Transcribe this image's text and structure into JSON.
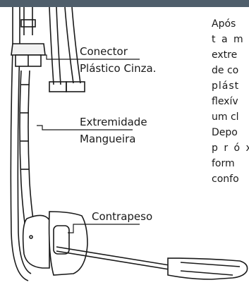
{
  "labels": {
    "connector_line1": "Conector",
    "connector_line2": "Plástico Cinza.",
    "hose_line1": "Extremidade",
    "hose_line2": "Mangueira",
    "weight": "Contrapeso"
  },
  "side_text": [
    "Após",
    "t a m p",
    "extre",
    "de co",
    "plást",
    "flexív",
    "um cl",
    "Depo",
    "p r ó x",
    "form",
    "confo"
  ],
  "colors": {
    "header_bar": "#4f5e6b"
  }
}
